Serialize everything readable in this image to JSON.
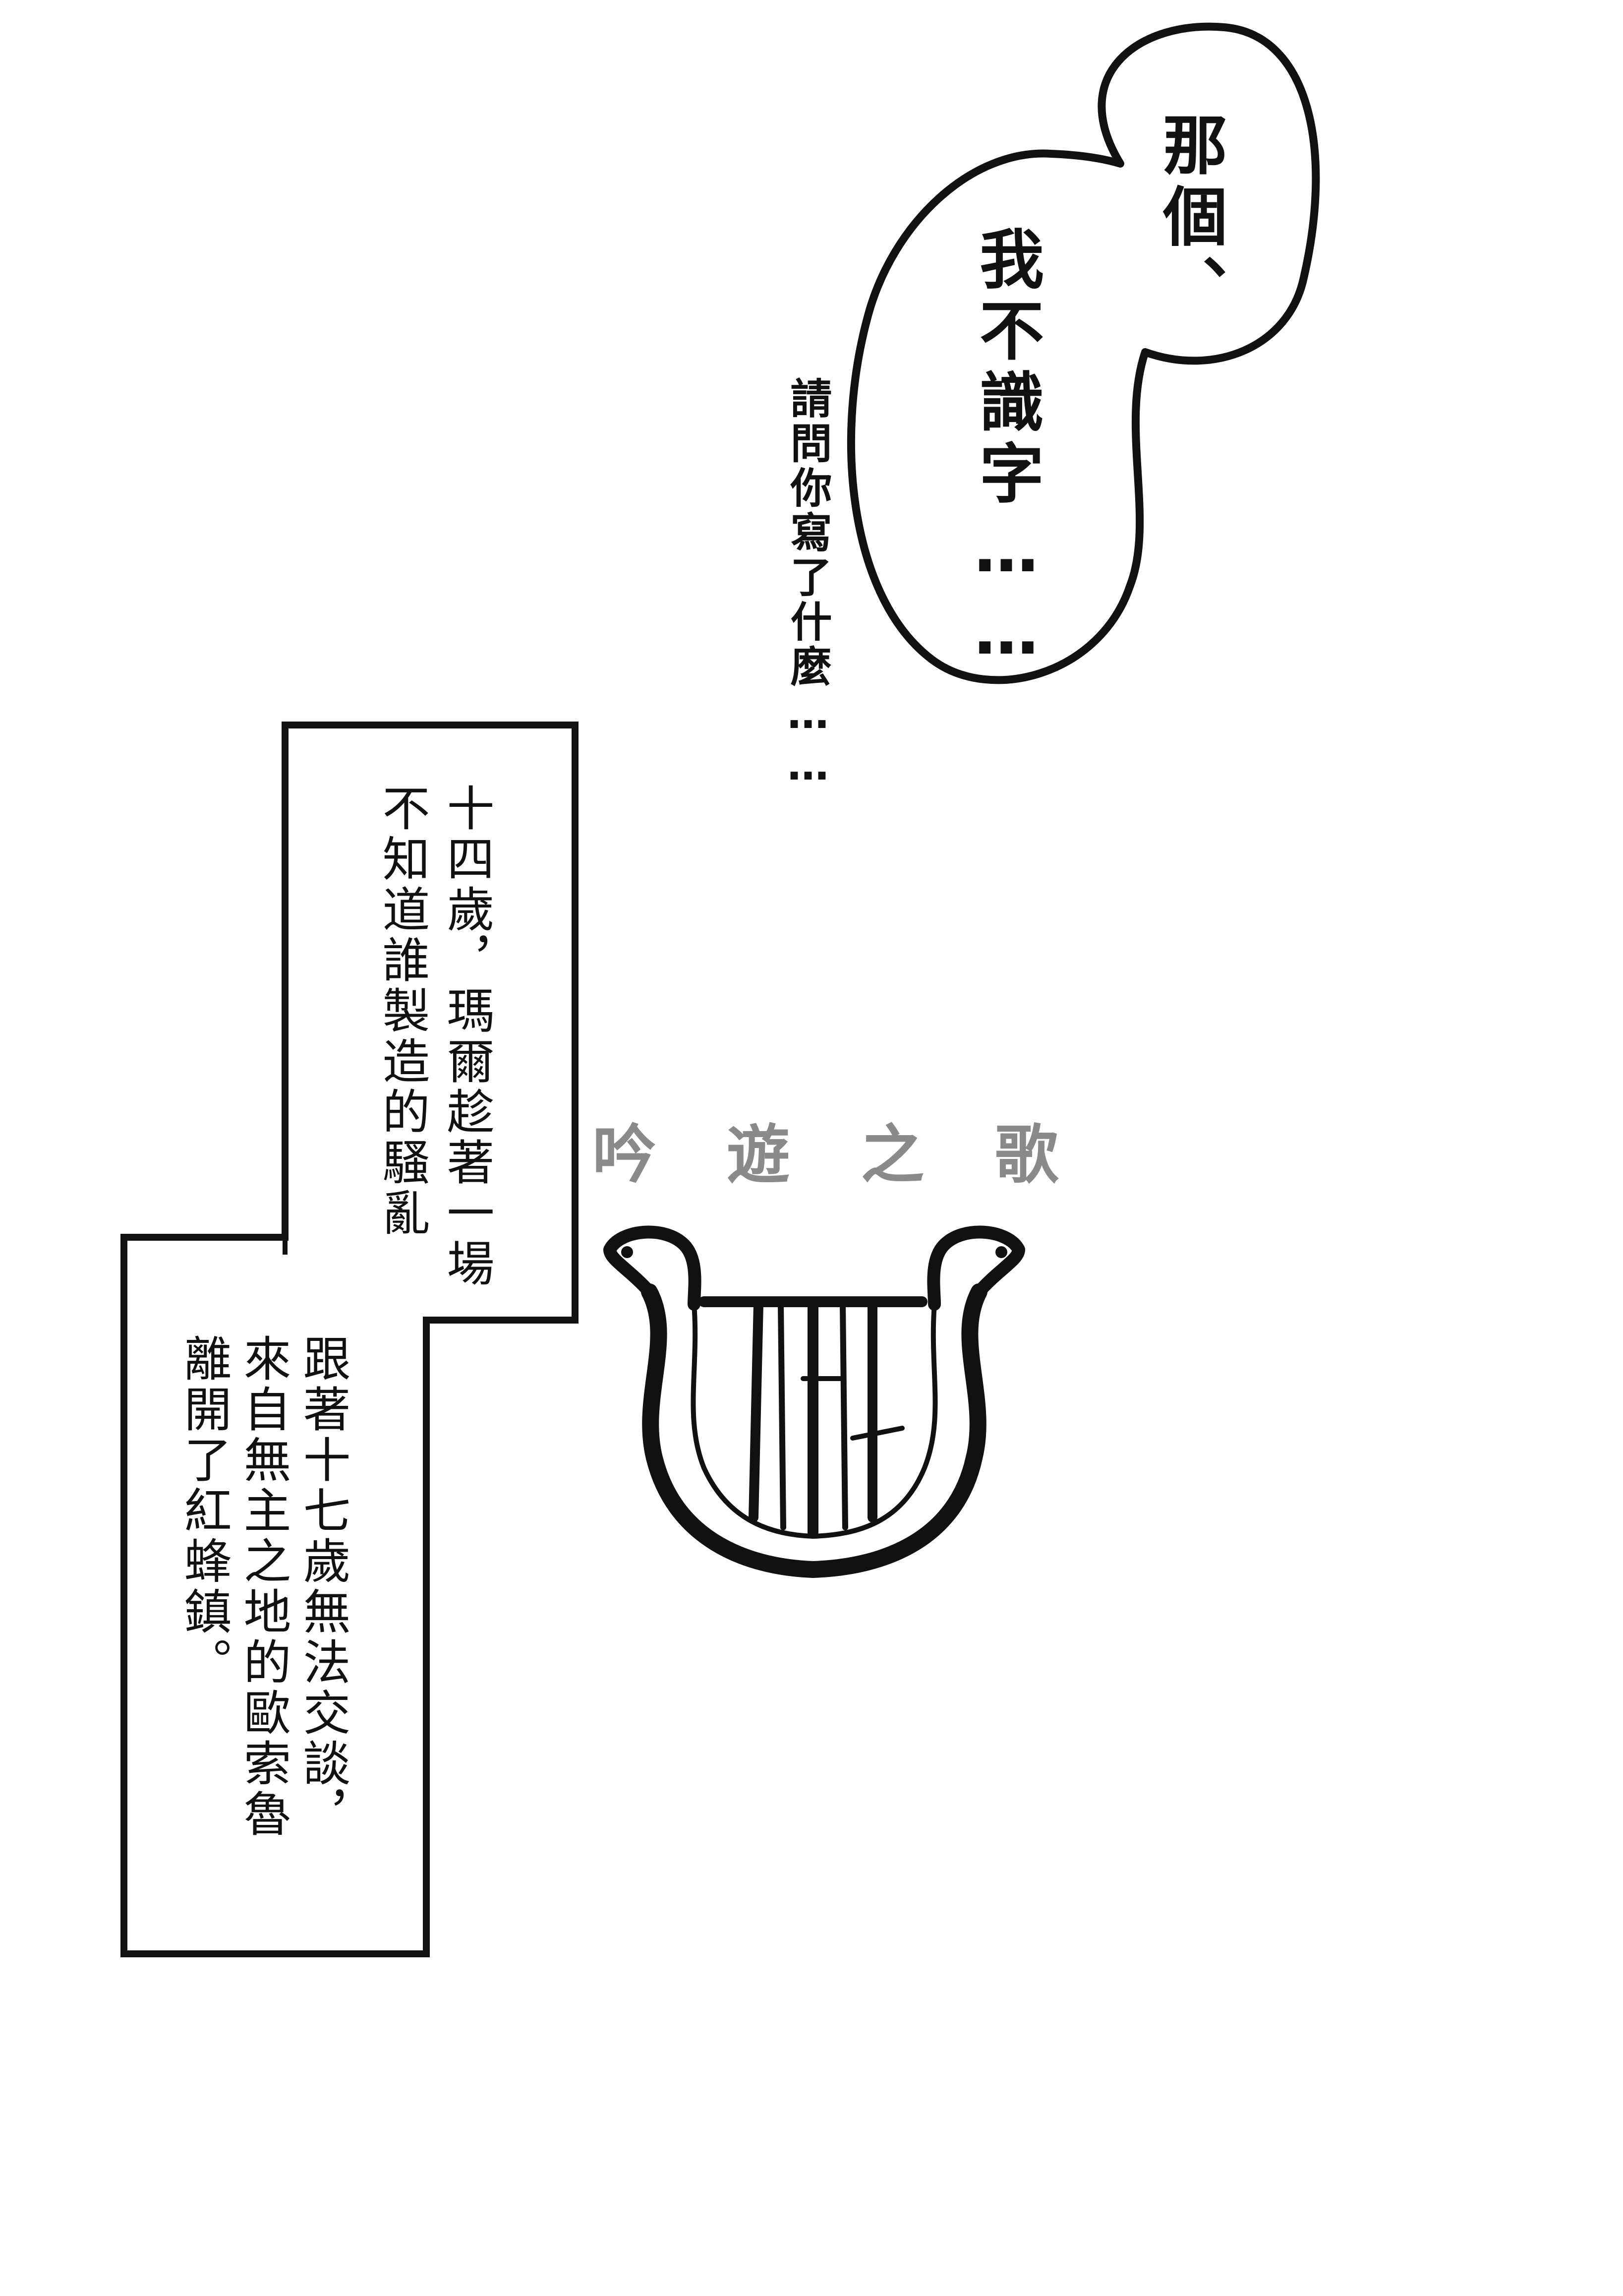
{
  "speech_bubble": {
    "line_1": "那個、",
    "line_2": "我不識字……"
  },
  "whisper": {
    "text": "請問你寫了什麼……"
  },
  "caption_box_1": {
    "line_1": "十四歲，瑪爾趁著一場",
    "line_2": "不知道誰製造的騷亂"
  },
  "caption_box_2": {
    "line_1": "跟著十七歲無法交談，",
    "line_2": "來自無主之地的歐索魯",
    "line_3": "離開了紅蜂鎮。"
  },
  "logo": {
    "title_chars": [
      "吟",
      "遊",
      "之",
      "歌"
    ],
    "icon": "lyre-icon",
    "title_color": "#8a8a8a"
  },
  "colors": {
    "ink": "#111111",
    "paper": "#ffffff"
  }
}
